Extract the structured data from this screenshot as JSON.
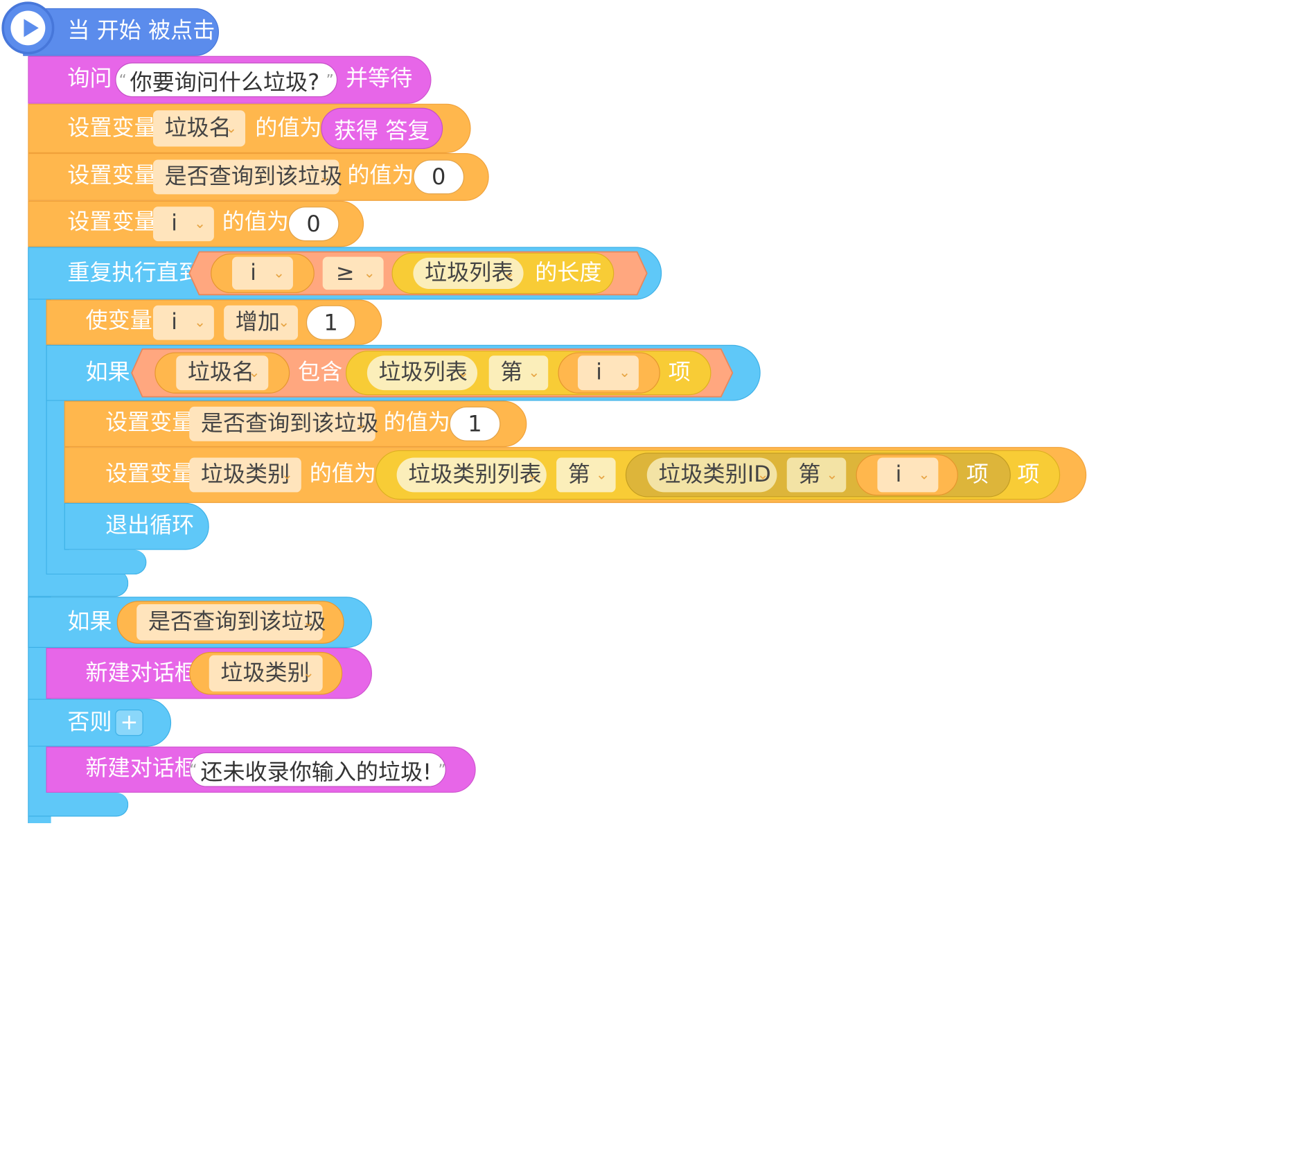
{
  "event": {
    "label": "当 开始 被点击",
    "icon": "play-icon"
  },
  "ask": {
    "label": "询问",
    "question": "你要询问什么垃圾?",
    "suffix": "并等待"
  },
  "set1": {
    "label": "设置变量",
    "var": "垃圾名",
    "mid": "的值为",
    "reporter": "获得 答复"
  },
  "set2": {
    "label": "设置变量",
    "var": "是否查询到该垃圾",
    "mid": "的值为",
    "value": "0"
  },
  "set3": {
    "label": "设置变量",
    "var": "i",
    "mid": "的值为",
    "value": "0"
  },
  "repeat": {
    "label": "重复执行直到",
    "left": "i",
    "op": "≥",
    "list": "垃圾列表",
    "length": "的长度"
  },
  "change": {
    "label": "使变量",
    "var": "i",
    "op": "增加",
    "value": "1"
  },
  "if1": {
    "label": "如果",
    "a": "垃圾名",
    "contains": "包含",
    "list": "垃圾列表",
    "nth": "第",
    "index": "i",
    "item": "项"
  },
  "set4": {
    "label": "设置变量",
    "var": "是否查询到该垃圾",
    "mid": "的值为",
    "value": "1"
  },
  "set5": {
    "label": "设置变量",
    "var": "垃圾类别",
    "mid": "的值为",
    "list": "垃圾类别列表",
    "nth": "第",
    "idlist": "垃圾类别ID",
    "nth2": "第",
    "index": "i",
    "item1": "项",
    "item2": "项"
  },
  "break": {
    "label": "退出循环"
  },
  "if2": {
    "label": "如果",
    "var": "是否查询到该垃圾"
  },
  "dialog1": {
    "label": "新建对话框",
    "var": "垃圾类别"
  },
  "else": {
    "label": "否则",
    "add": "+"
  },
  "dialog2": {
    "label": "新建对话框",
    "text": "还未收录你输入的垃圾!"
  },
  "colors": {
    "event": "#5B8CEC",
    "looks": "#E766E8",
    "variables": "#FFB74D",
    "control": "#5FC8F8",
    "operators": "#FFA77F",
    "lists": "#F8CC36"
  }
}
